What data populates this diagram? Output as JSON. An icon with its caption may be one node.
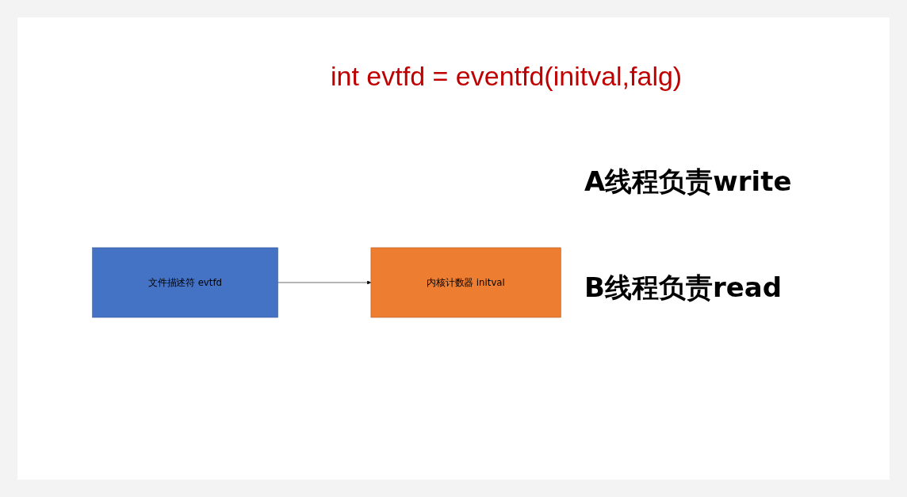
{
  "diagram": {
    "title": "int evtfd = eventfd(initval,falg)",
    "nodes": [
      {
        "text": [
          "文件描述符 evtfd"
        ]
      },
      {
        "text": [
          "内核计数器 initval"
        ]
      }
    ],
    "edges": [
      {
        "from": 0,
        "to": 1,
        "arrow": "to"
      }
    ],
    "labels": [
      "A线程负责write",
      "B线程负责read"
    ]
  }
}
